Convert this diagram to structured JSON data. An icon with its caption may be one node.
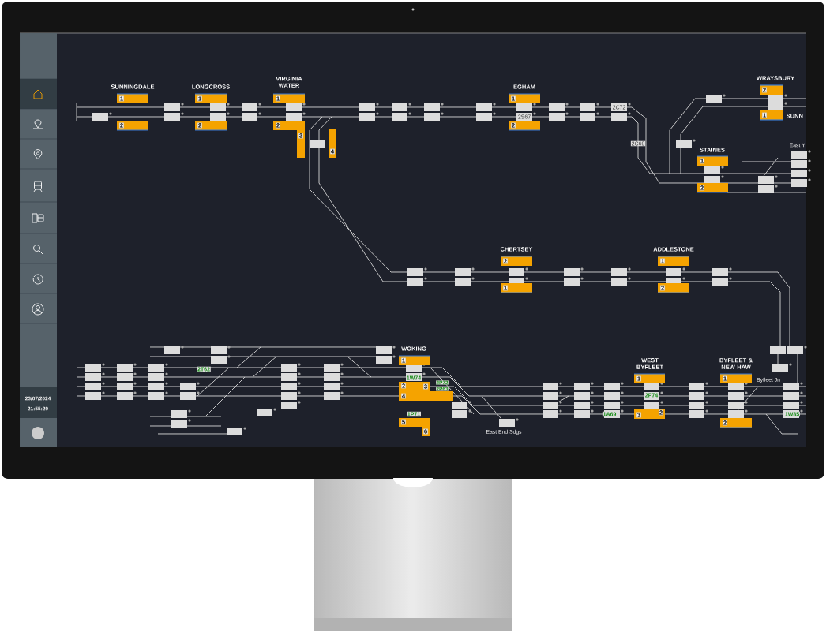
{
  "diagram": {
    "nodes": [
      {
        "text": [
          "1"
        ],
        "beside": [
          "SUNNINGDALE"
        ]
      },
      {
        "text": [
          "2"
        ]
      },
      {
        "text": [
          "1"
        ],
        "beside": [
          "LONGCROSS"
        ]
      },
      {
        "text": [
          "2"
        ]
      },
      {
        "text": [
          "1"
        ],
        "beside": [
          "VIRGINIA WATER"
        ]
      },
      {
        "text": [
          "2",
          "3"
        ]
      },
      {
        "text": [
          "4"
        ]
      },
      {
        "text": [
          "1"
        ],
        "beside": [
          "EGHAM"
        ]
      },
      {
        "text": [
          "2"
        ]
      },
      {
        "text": [
          "2"
        ],
        "beside": [
          "WRAYSBURY"
        ]
      },
      {
        "text": [
          "1"
        ],
        "beside": [
          "SUNN"
        ]
      },
      {
        "text": [
          "1"
        ],
        "beside": [
          "STAINES"
        ]
      },
      {
        "text": [
          "2"
        ]
      },
      {
        "text": [
          "2"
        ],
        "beside": [
          "CHERTSEY"
        ]
      },
      {
        "text": [
          "1"
        ]
      },
      {
        "text": [
          "1"
        ],
        "beside": [
          "ADDLESTONE"
        ]
      },
      {
        "text": [
          "2"
        ]
      },
      {
        "text": [
          "1"
        ],
        "beside": [
          "WOKING"
        ]
      },
      {
        "text": [
          "2",
          "3",
          "4"
        ]
      },
      {
        "text": [
          "5",
          "6"
        ]
      },
      {
        "text": [
          "1"
        ],
        "beside": [
          "WEST BYFLEET"
        ]
      },
      {
        "text": [
          "3",
          "2"
        ]
      },
      {
        "text": [
          "1"
        ],
        "beside": [
          "BYFLEET & NEW HAW"
        ]
      },
      {
        "text": [
          "2"
        ]
      }
    ],
    "labels": [
      "2C72",
      "2S67",
      "2C69",
      "East Y",
      "2T62",
      "1W74",
      "2P72",
      "2P63",
      "Byfleet Jn",
      "2P74",
      "1P71",
      "1A69",
      "1W85",
      "East End Sdgs",
      "23/07/2024",
      "21:55:29"
    ]
  }
}
